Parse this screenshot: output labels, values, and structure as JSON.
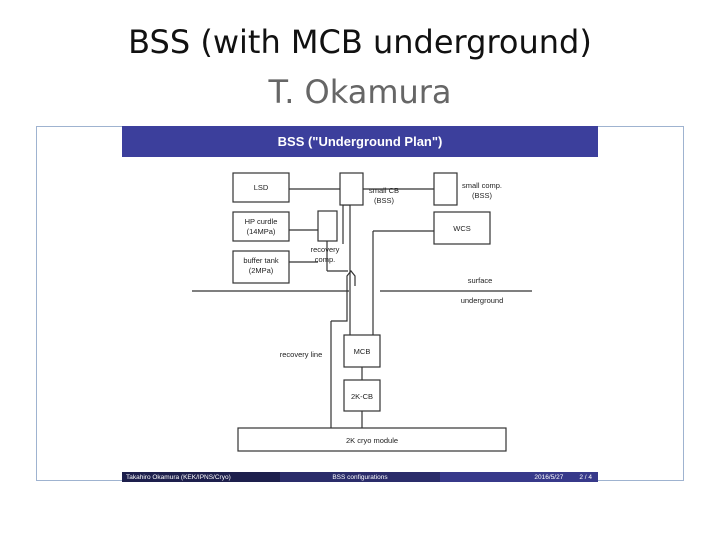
{
  "page": {
    "title": "BSS (with MCB underground)",
    "author": "T. Okamura"
  },
  "slide": {
    "header": "BSS (\"Underground Plan\")",
    "footer": {
      "author": "Takahiro Okamura (KEK/IPNS/Cryo)",
      "topic": "BSS configurations",
      "date": "2016/5/27",
      "page": "2 / 4"
    },
    "boxes": {
      "lsd": "LSD",
      "hp_curdle_1": "HP curdle",
      "hp_curdle_2": "(14MPa)",
      "buffer_tank_1": "buffer tank",
      "buffer_tank_2": "(2MPa)",
      "small_cb_1": "small CB",
      "small_cb_2": "(BSS)",
      "small_comp_1": "small comp.",
      "small_comp_2": "(BSS)",
      "wcs": "WCS",
      "mcb": "MCB",
      "cb_2k": "2K-CB",
      "cryo_module": "2K cryo module"
    },
    "labels": {
      "recovery_comp_1": "recovery",
      "recovery_comp_2": "comp.",
      "surface": "surface",
      "underground": "underground",
      "recovery_line": "recovery line"
    }
  }
}
